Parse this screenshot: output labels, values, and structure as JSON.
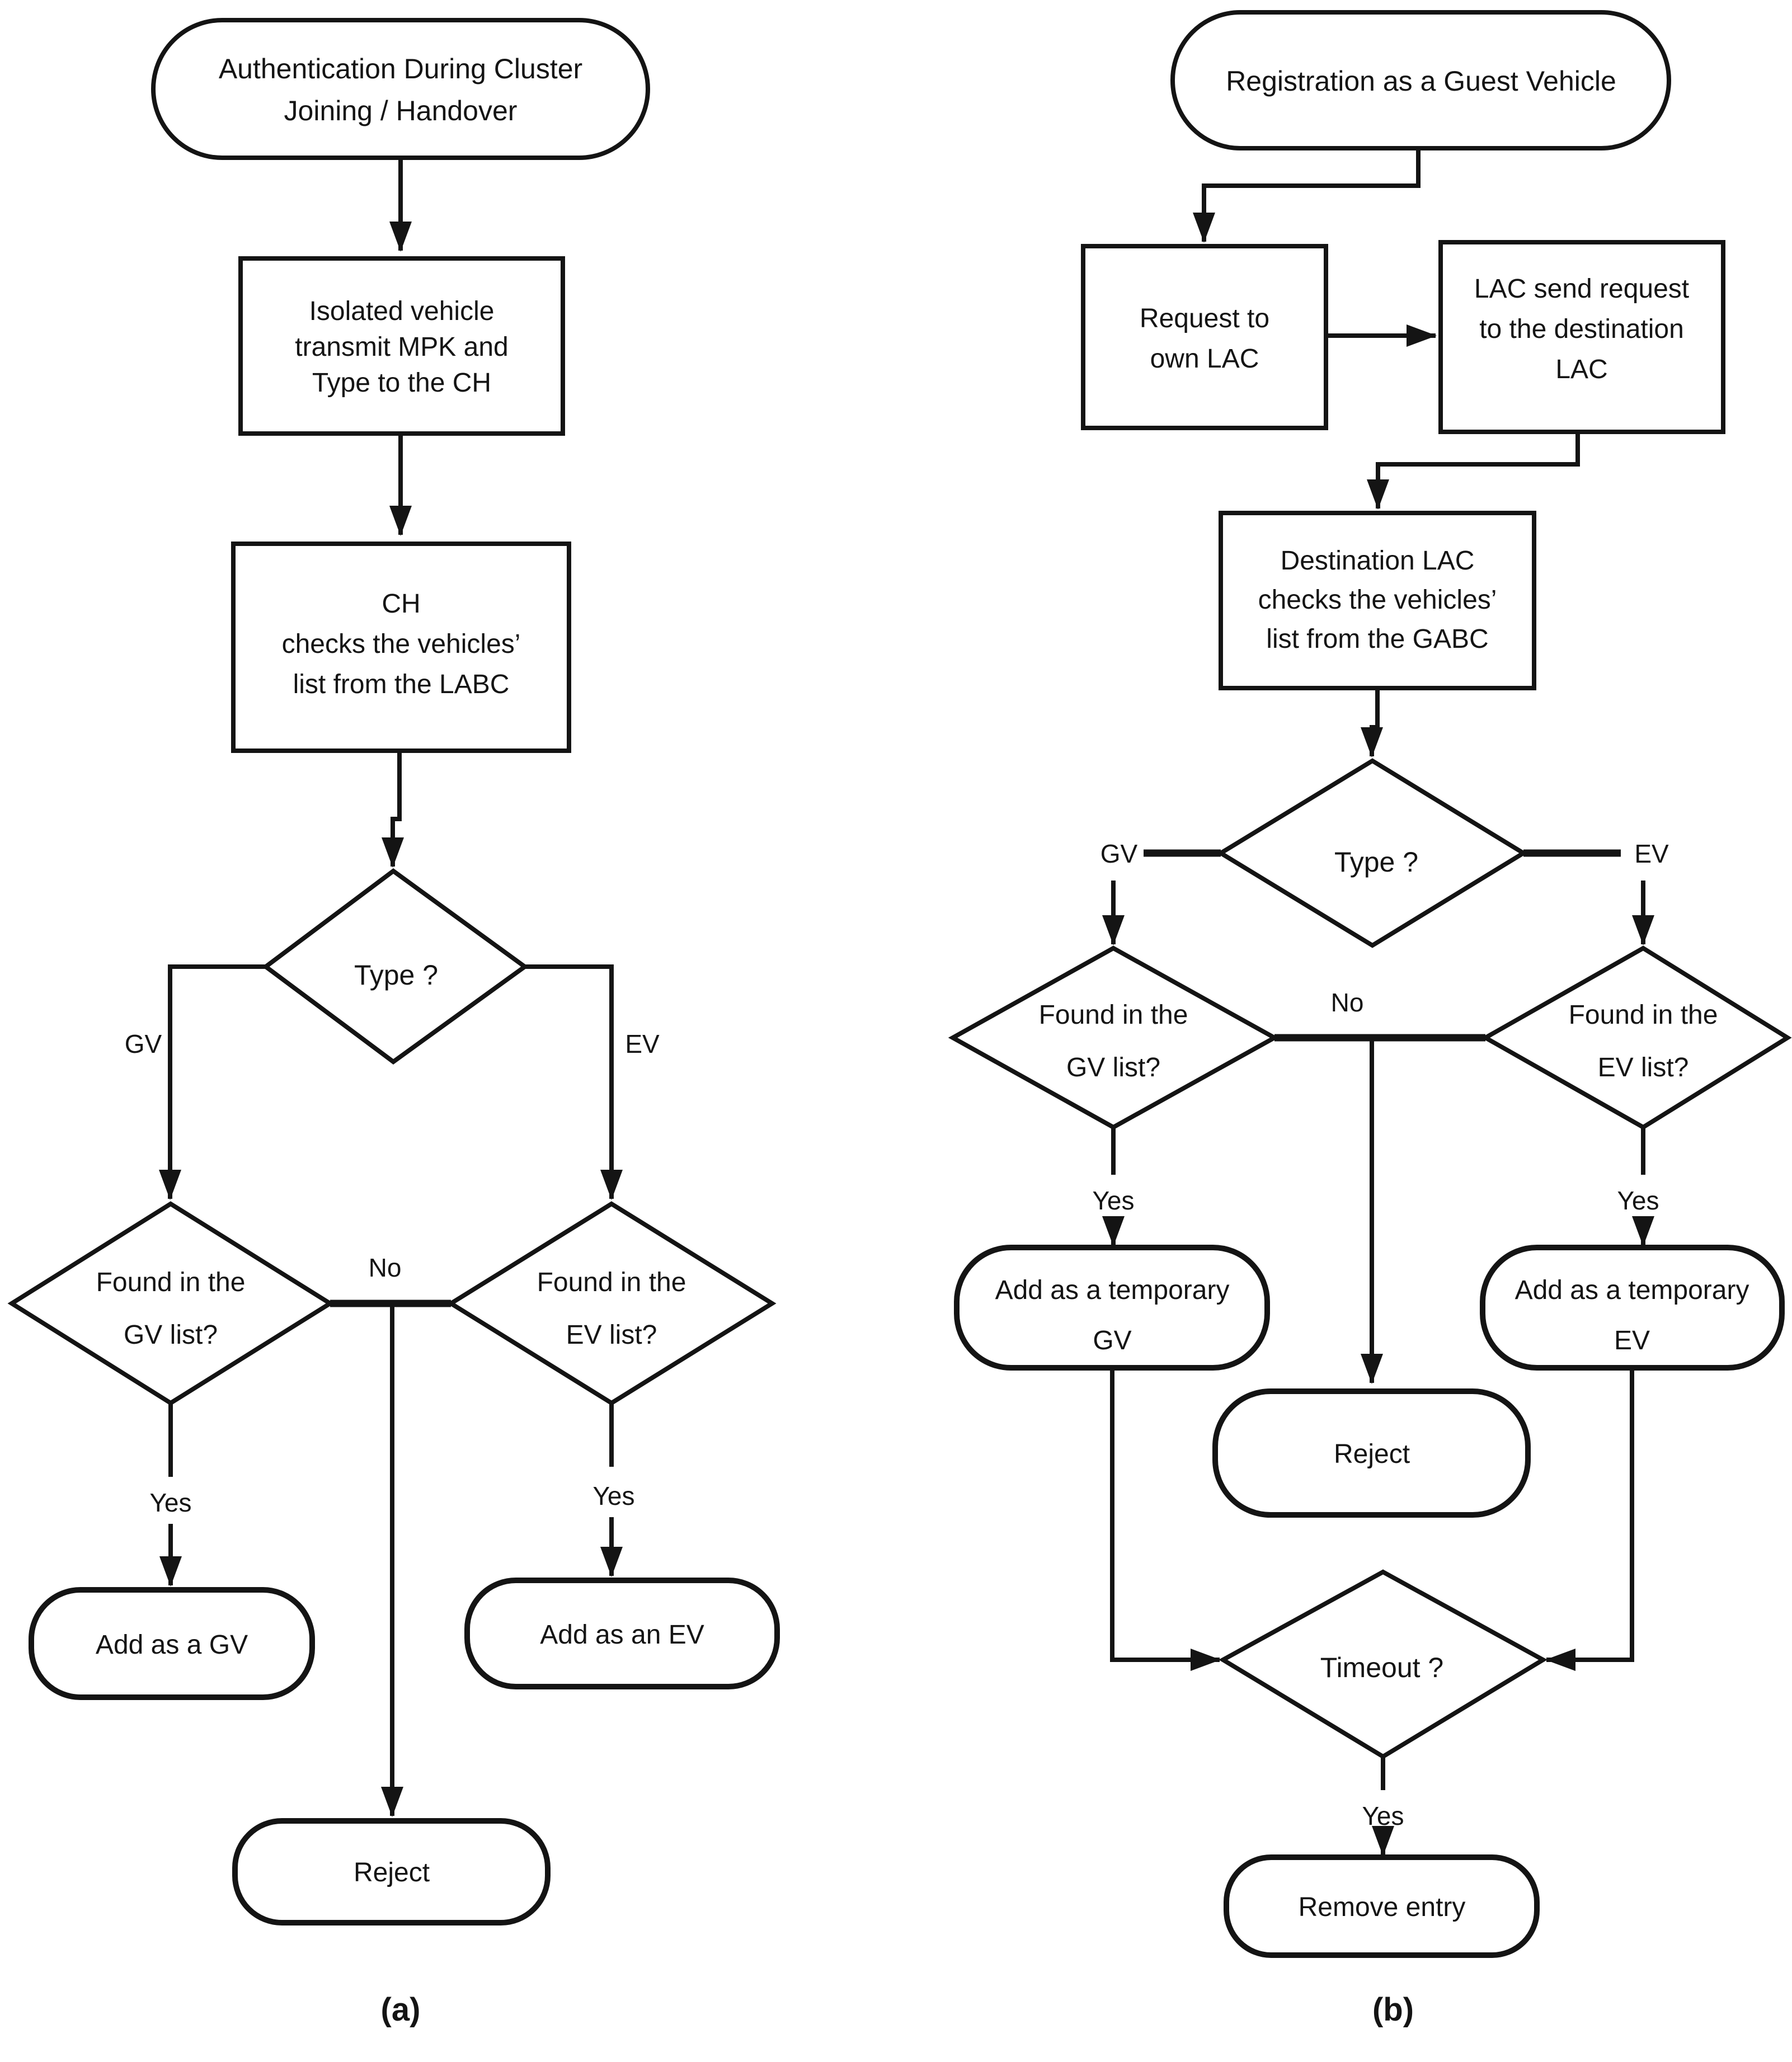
{
  "colors": {
    "ink": "#141414",
    "background": "#ffffff"
  },
  "a": {
    "caption": "(a)",
    "start": {
      "l1": "Authentication During Cluster",
      "l2": "Joining / Handover"
    },
    "transmit": {
      "l1": "Isolated vehicle",
      "l2": "transmit MPK and",
      "l3": "Type to the CH"
    },
    "check": {
      "l1": "CH",
      "l2": "checks the vehicles’",
      "l3": "list from the LABC"
    },
    "type": {
      "q": "Type ?",
      "gv": "GV",
      "ev": "EV"
    },
    "found_gv": {
      "l1": "Found in the",
      "l2": "GV list?"
    },
    "found_ev": {
      "l1": "Found in the",
      "l2": "EV list?"
    },
    "no": "No",
    "yes_gv": "Yes",
    "yes_ev": "Yes",
    "add_gv": "Add as a GV",
    "add_ev": "Add as an EV",
    "reject": "Reject"
  },
  "b": {
    "caption": "(b)",
    "start": "Registration as a Guest Vehicle",
    "request": {
      "l1": "Request to",
      "l2": "own LAC"
    },
    "lac_send": {
      "l1": "LAC send request",
      "l2": "to the destination",
      "l3": "LAC"
    },
    "dest": {
      "l1": "Destination LAC",
      "l2": "checks the vehicles’",
      "l3": "list from the GABC"
    },
    "type": {
      "q": "Type ?",
      "gv": "GV",
      "ev": "EV"
    },
    "found_gv": {
      "l1": "Found in the",
      "l2": "GV list?"
    },
    "found_ev": {
      "l1": "Found in the",
      "l2": "EV list?"
    },
    "no": "No",
    "yes_gv": "Yes",
    "yes_ev": "Yes",
    "add_gv": {
      "l1": "Add as a temporary",
      "l2": "GV"
    },
    "add_ev": {
      "l1": "Add as a temporary",
      "l2": "EV"
    },
    "reject": "Reject",
    "timeout": {
      "q": "Timeout ?",
      "yes": "Yes"
    },
    "remove": "Remove entry"
  }
}
